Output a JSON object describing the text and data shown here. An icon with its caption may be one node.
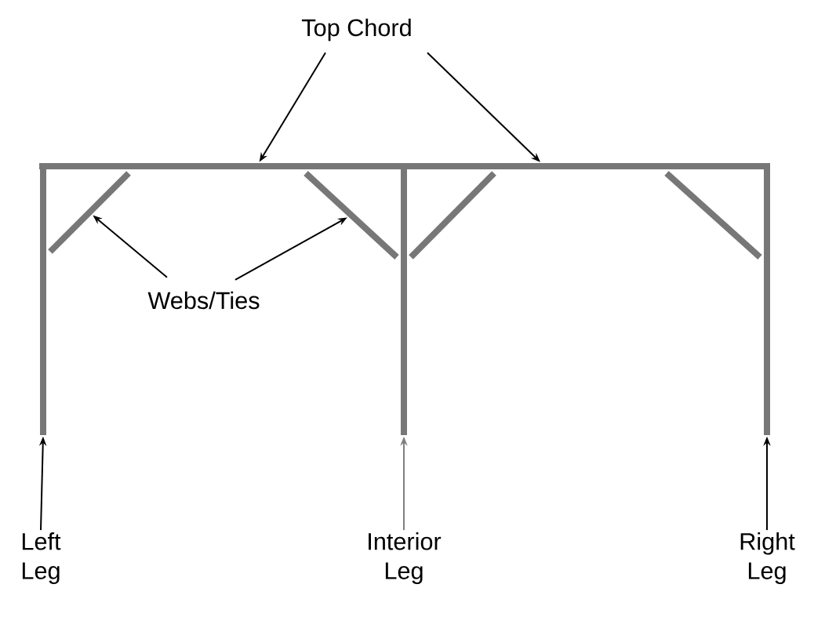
{
  "diagram": {
    "nodes": [
      {
        "text": [
          "Top Chord"
        ]
      },
      {
        "text": [
          "Webs/Ties"
        ]
      },
      {
        "text": [
          "Left Leg"
        ]
      },
      {
        "text": [
          "Interior Leg"
        ]
      },
      {
        "text": [
          "Right Leg"
        ]
      },
      {
        "text": [],
        "shape": "bar"
      },
      {
        "text": [],
        "shape": "bar"
      },
      {
        "text": [],
        "shape": "bar"
      },
      {
        "text": [],
        "shape": "bar"
      },
      {
        "text": [],
        "shape": "bar"
      },
      {
        "text": [],
        "shape": "bar"
      },
      {
        "text": [],
        "shape": "bar"
      },
      {
        "text": [],
        "shape": "bar"
      }
    ],
    "edges": [
      {
        "from": 0,
        "to": 5,
        "arrow": "to"
      },
      {
        "from": 0,
        "to": 5,
        "arrow": "to"
      },
      {
        "from": 1,
        "to": 6,
        "arrow": "to"
      },
      {
        "from": 1,
        "to": 7,
        "arrow": "to"
      },
      {
        "from": 2,
        "to": 10,
        "arrow": "to"
      },
      {
        "from": 3,
        "to": 11,
        "arrow": "to",
        "color": "#808080"
      },
      {
        "from": 4,
        "to": 12,
        "arrow": "to"
      }
    ]
  }
}
